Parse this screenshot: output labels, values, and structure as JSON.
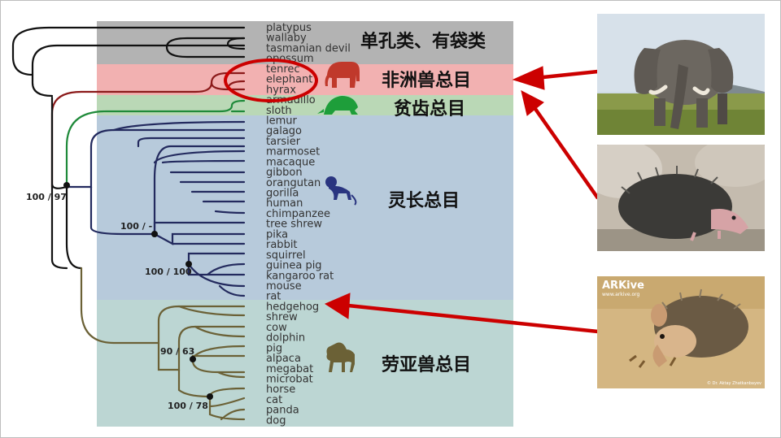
{
  "taxa": [
    "platypus",
    "wallaby",
    "tasmanian devil",
    "opossum",
    "tenrec",
    "elephant",
    "hyrax",
    "armadillo",
    "sloth",
    "lemur",
    "galago",
    "tarsier",
    "marmoset",
    "macaque",
    "gibbon",
    "orangutan",
    "gorilla",
    "human",
    "chimpanzee",
    "tree shrew",
    "pika",
    "rabbit",
    "squirrel",
    "guinea pig",
    "kangaroo rat",
    "mouse",
    "rat",
    "hedgehog",
    "shrew",
    "cow",
    "dolphin",
    "pig",
    "alpaca",
    "megabat",
    "microbat",
    "horse",
    "cat",
    "panda",
    "dog"
  ],
  "groups": {
    "monotremes_marsupials": "单孔类、有袋类",
    "afrotheria": "非洲兽总目",
    "xenarthra": "贫齿总目",
    "euarchontoglires": "灵长总目",
    "laurasiatheria": "劳亚兽总目"
  },
  "support": {
    "placental": "100 / 97",
    "euarchontoglires": "100 / -",
    "glires": "100 / 100",
    "laurasiatheria": "90 / 63",
    "ferungulates": "100 / 78"
  },
  "photo_credit": {
    "logo": "ARKive",
    "site": "www.arkive.org",
    "author": "© Dr. Aktay Zhatkanbayev"
  },
  "colors": {
    "monotremes_marsupials": "#b3b3b3",
    "afrotheria": "#f2b1b1",
    "xenarthra": "#bad8b6",
    "euarchontoglires": "#b7cadb",
    "laurasiatheria": "#bcd6d3",
    "afrotheria_branch": "#8b1a1a",
    "xenarthra_branch": "#1f8a3a",
    "euarchontoglires_branch": "#232a5e",
    "laurasiatheria_branch": "#6b6136",
    "arrow": "#cc0000"
  }
}
